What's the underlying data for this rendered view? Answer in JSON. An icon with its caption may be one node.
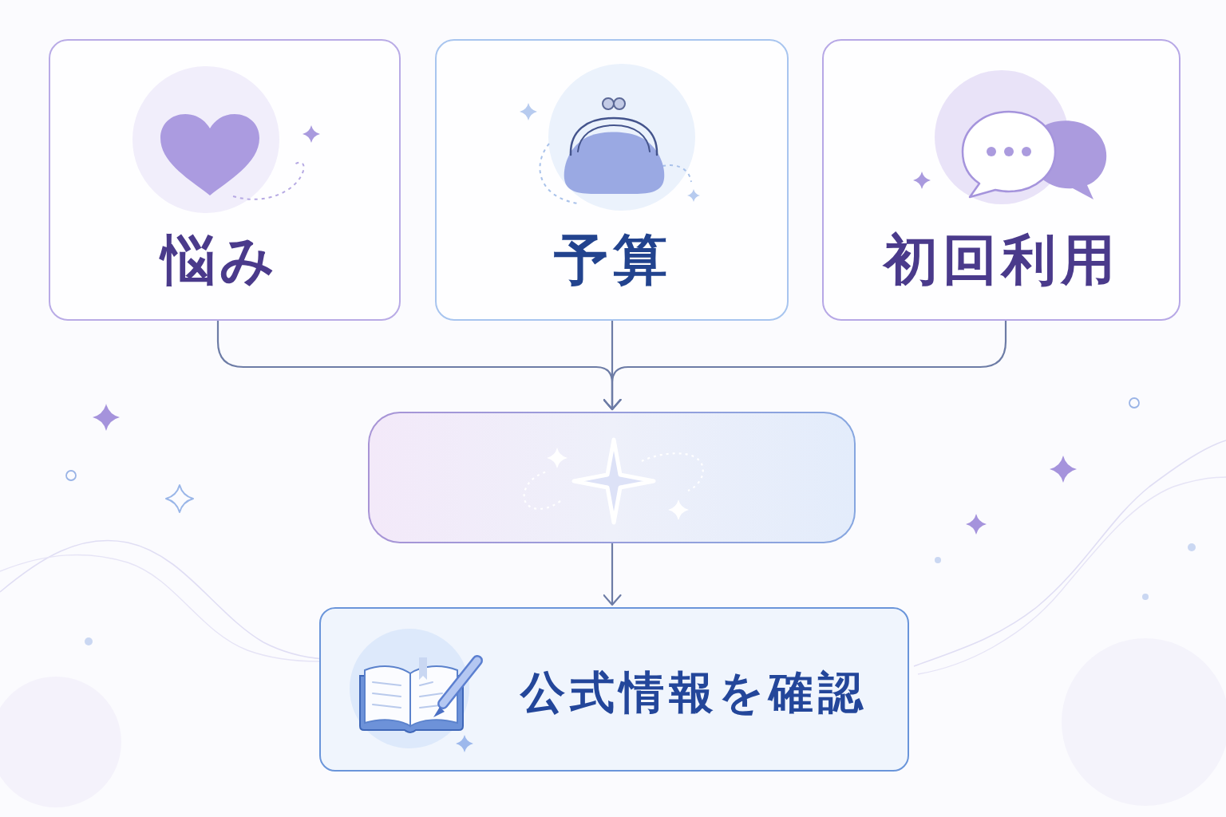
{
  "diagram": {
    "nodes": [
      {
        "text": [
          "悩み"
        ]
      },
      {
        "text": [
          "予算"
        ]
      },
      {
        "text": [
          "初回利用"
        ]
      },
      {
        "text": [],
        "shape": "box"
      },
      {
        "text": [
          "公式情報を確認"
        ]
      }
    ],
    "edges": [
      {
        "from": 0,
        "to": 3,
        "arrow": "to"
      },
      {
        "from": 1,
        "to": 3,
        "arrow": "to"
      },
      {
        "from": 2,
        "to": 3,
        "arrow": "to"
      },
      {
        "from": 3,
        "to": 4,
        "arrow": "to"
      }
    ]
  }
}
